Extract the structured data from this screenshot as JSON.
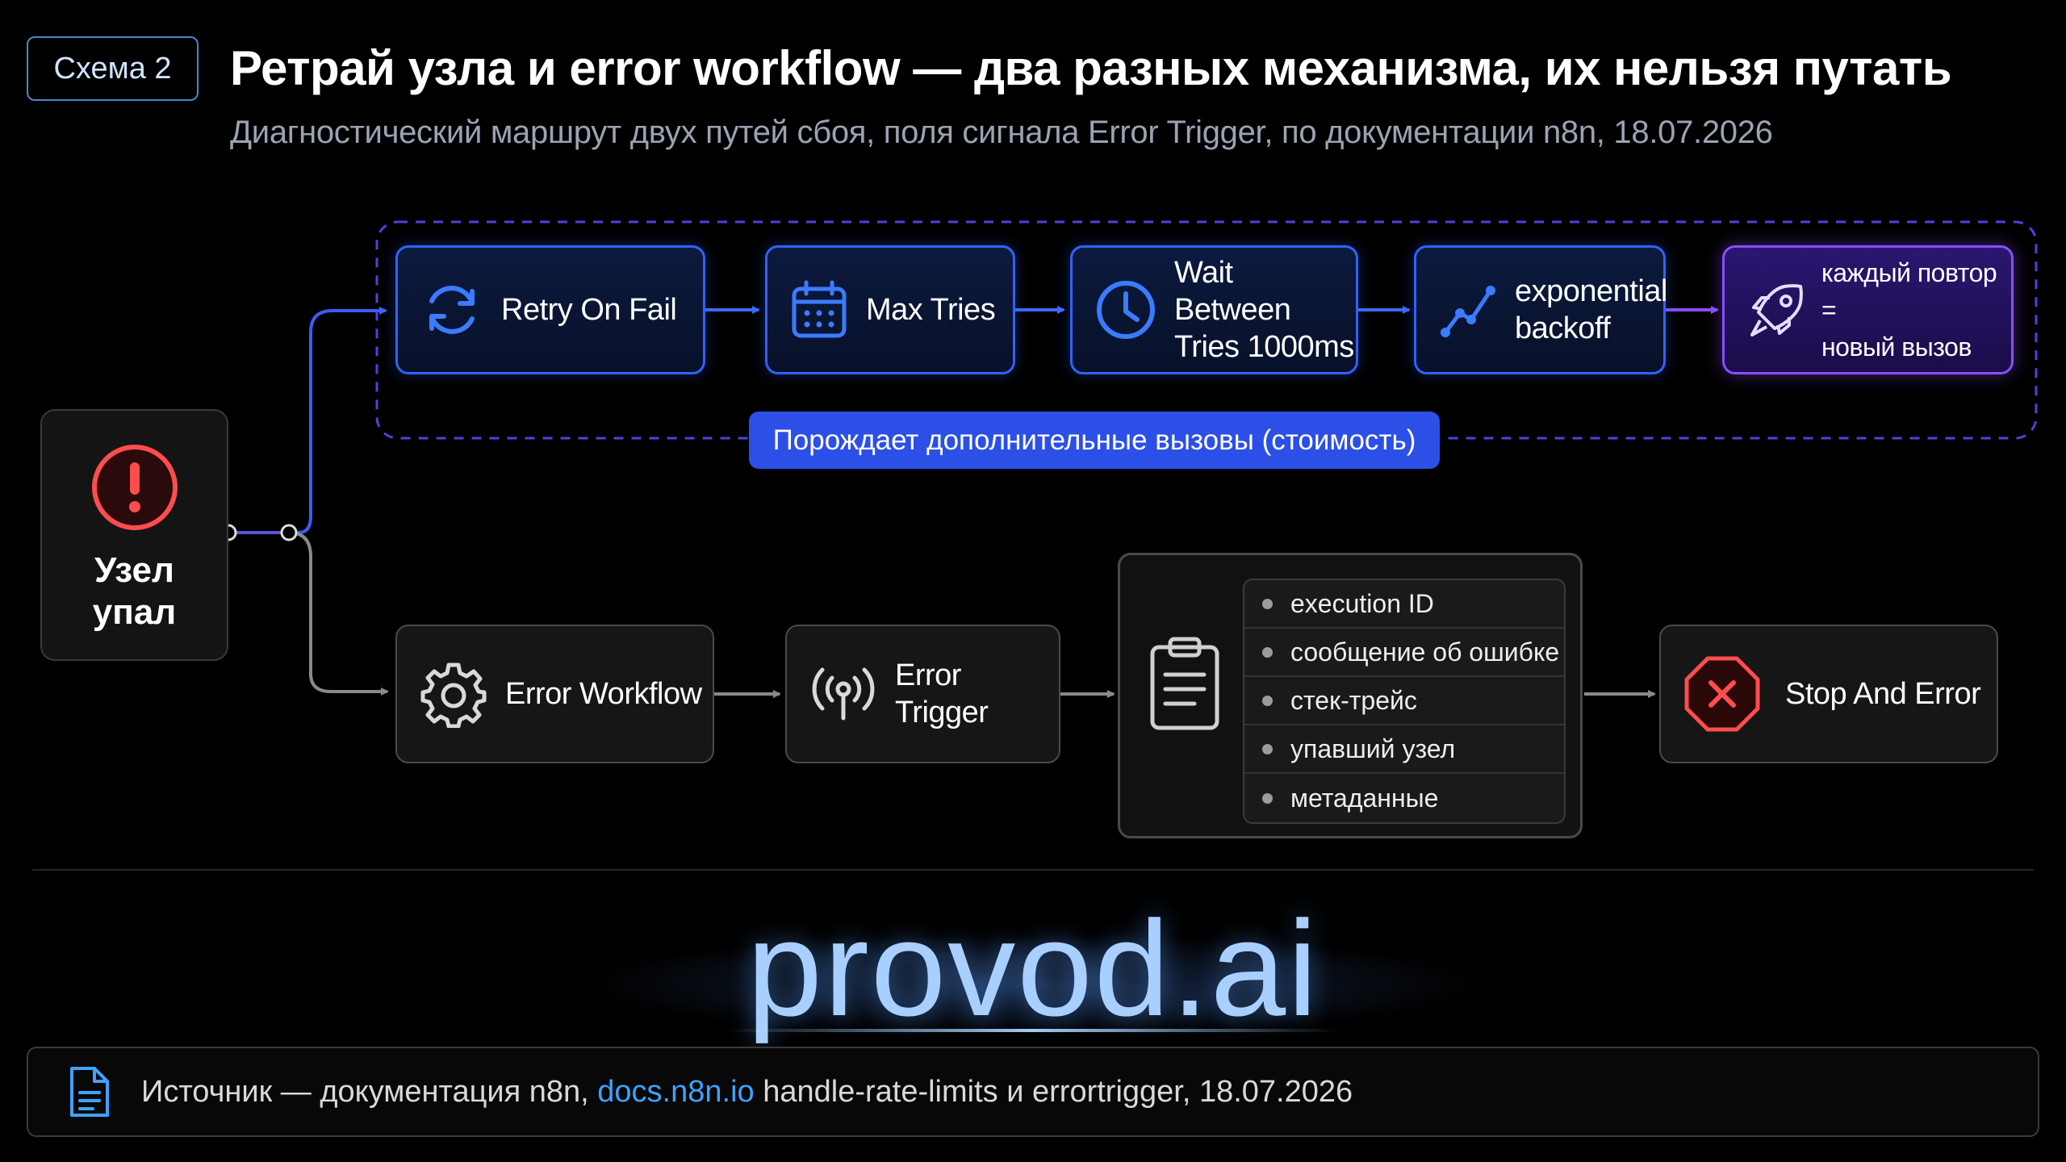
{
  "header": {
    "badge": "Схема 2",
    "title": "Ретрай узла и error workflow — два разных механизма, их нельзя путать",
    "subtitle": "Диагностический маршрут двух путей сбоя, поля сигнала Error Trigger, по документации n8n, 18.07.2026"
  },
  "failure_node": {
    "label": "Узел\nупал",
    "icon": "error-circle-icon"
  },
  "retry_path": {
    "nodes": [
      {
        "label": "Retry On Fail",
        "icon": "refresh-icon"
      },
      {
        "label": "Max Tries",
        "icon": "calendar-icon"
      },
      {
        "label": "Wait Between\nTries 1000ms",
        "icon": "clock-icon"
      },
      {
        "label": "exponential\nbackoff",
        "icon": "trend-up-icon"
      },
      {
        "label": "каждый повтор =\nновый вызов",
        "icon": "rocket-icon"
      }
    ],
    "cost_note": "Порождает дополнительные вызовы (стоимость)"
  },
  "error_path": {
    "nodes": [
      {
        "label": "Error Workflow",
        "icon": "gear-icon"
      },
      {
        "label": "Error Trigger",
        "icon": "broadcast-icon"
      }
    ],
    "fields_icon": "clipboard-icon",
    "fields": [
      "execution ID",
      "сообщение об ошибке",
      "стек-трейс",
      "упавший узел",
      "метаданные"
    ],
    "stop_node": {
      "label": "Stop And Error",
      "icon": "stop-octagon-icon"
    }
  },
  "brand": "provod.ai",
  "footer": {
    "icon": "document-icon",
    "prefix": "Источник — документация n8n,",
    "link": "docs.n8n.io",
    "suffix": "handle-rate-limits и errortrigger, 18.07.2026"
  },
  "colors": {
    "retry_accent": "#2f63ff",
    "final_retry_accent": "#8a4dff",
    "error_accent": "#ff4d4d",
    "neutral_border": "#4a4a4a",
    "link": "#3ea2ff"
  }
}
